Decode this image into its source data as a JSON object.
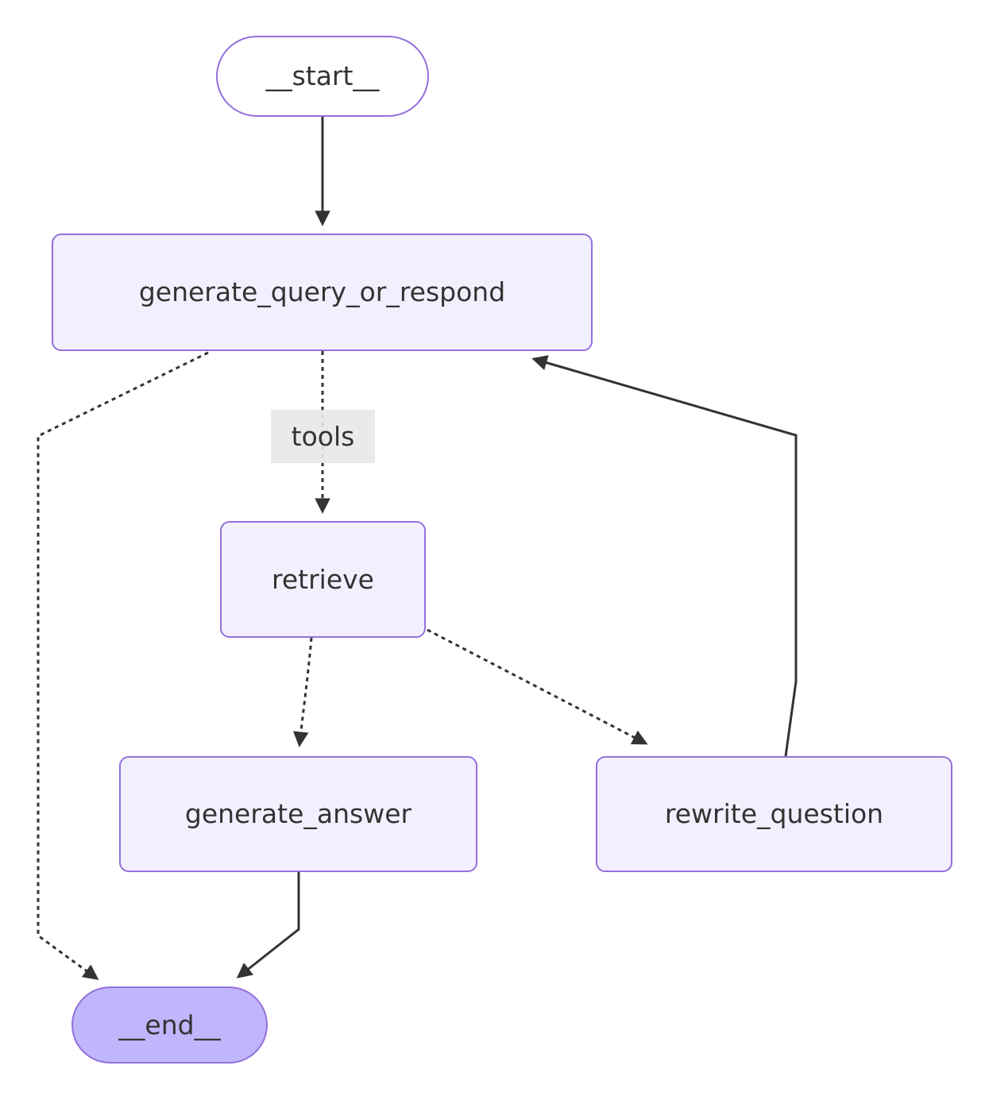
{
  "diagram": {
    "type": "flowchart",
    "direction": "top-down",
    "nodes": [
      {
        "id": "__start__",
        "label": "__start__",
        "shape": "stadium",
        "fill": "#ffffff"
      },
      {
        "id": "generate_query_or_respond",
        "label": "generate_query_or_respond",
        "shape": "rect",
        "fill": "#f2f0ff"
      },
      {
        "id": "retrieve",
        "label": "retrieve",
        "shape": "rect",
        "fill": "#f2f0ff"
      },
      {
        "id": "generate_answer",
        "label": "generate_answer",
        "shape": "rect",
        "fill": "#f2f0ff"
      },
      {
        "id": "rewrite_question",
        "label": "rewrite_question",
        "shape": "rect",
        "fill": "#f2f0ff"
      },
      {
        "id": "__end__",
        "label": "__end__",
        "shape": "stadium",
        "fill": "#bfb6fc"
      }
    ],
    "edges": [
      {
        "from": "__start__",
        "to": "generate_query_or_respond",
        "style": "solid",
        "label": ""
      },
      {
        "from": "generate_query_or_respond",
        "to": "retrieve",
        "style": "dotted",
        "label": "tools"
      },
      {
        "from": "generate_query_or_respond",
        "to": "__end__",
        "style": "dotted",
        "label": ""
      },
      {
        "from": "retrieve",
        "to": "generate_answer",
        "style": "dotted",
        "label": ""
      },
      {
        "from": "retrieve",
        "to": "rewrite_question",
        "style": "dotted",
        "label": ""
      },
      {
        "from": "rewrite_question",
        "to": "generate_query_or_respond",
        "style": "solid",
        "label": ""
      },
      {
        "from": "generate_answer",
        "to": "__end__",
        "style": "solid",
        "label": ""
      }
    ],
    "colors": {
      "background": "#ffffff",
      "node_fill": "#f2f0ff",
      "node_border": "#9370db",
      "start_fill": "#ffffff",
      "end_fill": "#bfb6fc",
      "text": "#333333",
      "edge": "#333333",
      "edge_label_bg": "#e8e8e8"
    }
  }
}
